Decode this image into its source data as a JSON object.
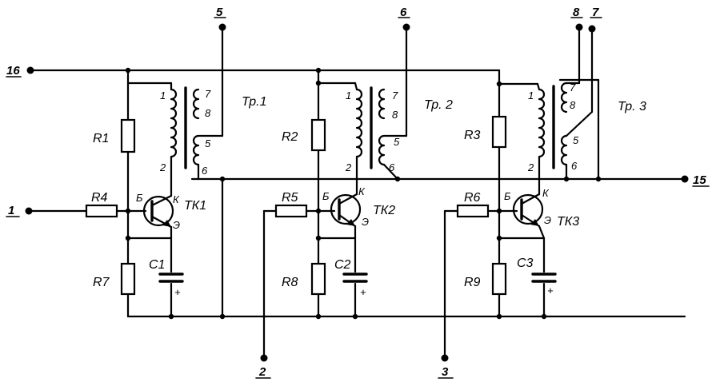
{
  "terminals": {
    "t1": "1",
    "t2": "2",
    "t3": "3",
    "t5": "5",
    "t6": "6",
    "t7": "7",
    "t8": "8",
    "t15": "15",
    "t16": "16"
  },
  "stages": [
    {
      "transformer": "Тр.1",
      "transistor": "ТК1",
      "r_base_top": "R1",
      "r_in": "R4",
      "r_base_bottom": "R7",
      "capacitor": "C1"
    },
    {
      "transformer": "Тр. 2",
      "transistor": "ТК2",
      "r_base_top": "R2",
      "r_in": "R5",
      "r_base_bottom": "R8",
      "capacitor": "C2"
    },
    {
      "transformer": "Тр. 3",
      "transistor": "ТК3",
      "r_base_top": "R3",
      "r_in": "R6",
      "r_base_bottom": "R9",
      "capacitor": "C3"
    }
  ],
  "pins": {
    "base": "Б",
    "collector": "К",
    "emitter": "Э",
    "w1": "1",
    "w2": "2",
    "w5": "5",
    "w6": "6",
    "w7": "7",
    "w8": "8",
    "cap_plus": "+"
  }
}
